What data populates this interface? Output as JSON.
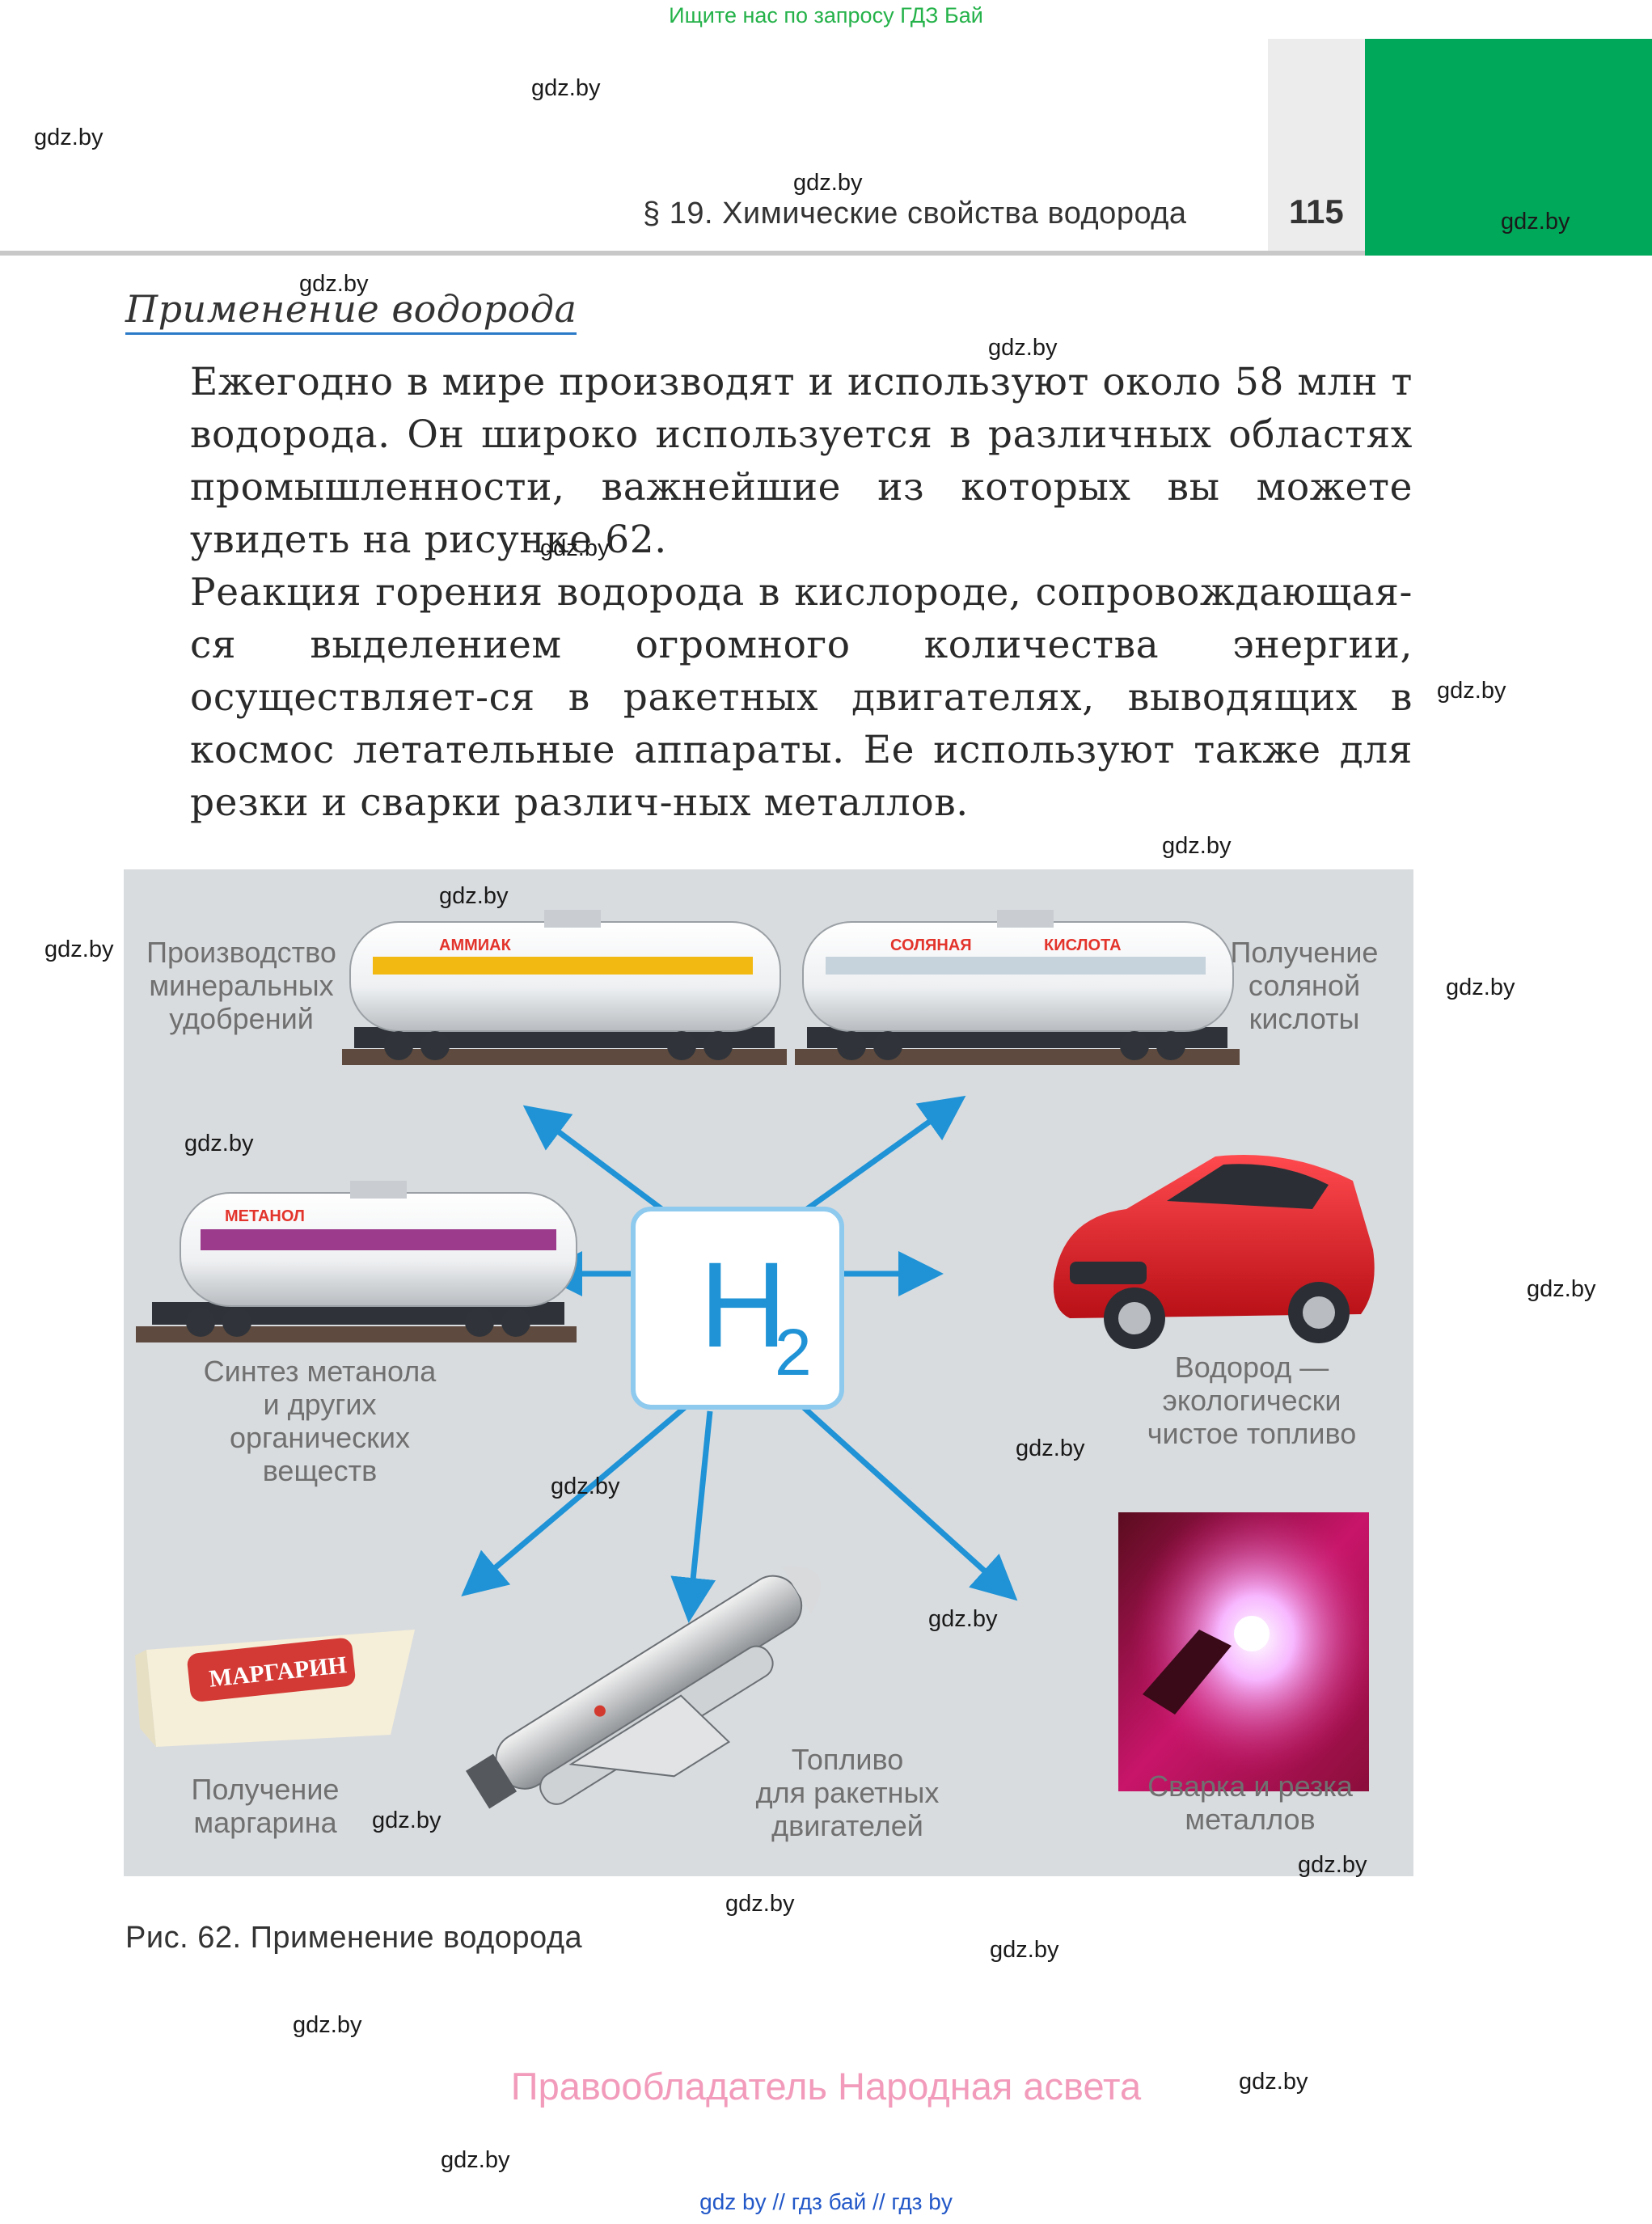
{
  "top_banner": "Ищите нас по запросу ГДЗ Бай",
  "header": {
    "title": "§ 19. Химические свойства водорода",
    "page_number": "115"
  },
  "section_heading": "Применение водорода",
  "paragraphs": [
    "Ежегодно в мире производят и используют около 58 млн т водорода. Он широко используется в различных областях промышленности, важнейшие из которых вы можете увидеть на рисунке 62.",
    "Реакция горения водорода в кислороде, сопровождающая-ся выделением огромного количества энергии, осуществляет-ся в ракетных двигателях, выводящих в космос летательные аппараты. Ее используют также для резки и сварки различ-ных металлов."
  ],
  "figure": {
    "center_formula": "H",
    "center_subscript": "2",
    "tank_labels": {
      "ammonia": "АММИАК",
      "hydrochloric_1": "СОЛЯНАЯ",
      "hydrochloric_2": "КИСЛОТА",
      "methanol": "МЕТАНОЛ",
      "margarine_box": "МАРГАРИН"
    },
    "labels": {
      "fertilizers": [
        "Производство",
        "минеральных",
        "удобрений"
      ],
      "hydrochloric_acid": [
        "Получение",
        "соляной",
        "кислоты"
      ],
      "methanol": [
        "Синтез метанола",
        "и других",
        "органических",
        "веществ"
      ],
      "fuel": [
        "Водород —",
        "экологически",
        "чистое топливо"
      ],
      "margarine": [
        "Получение",
        "маргарина"
      ],
      "rocket": [
        "Топливо",
        "для ракетных",
        "двигателей"
      ],
      "welding": [
        "Сварка и резка",
        "металлов"
      ]
    },
    "colors": {
      "arrow": "#1f93d6",
      "car": "#e41b23",
      "background": "#d9dcdf"
    }
  },
  "caption": "Рис. 62. Применение водорода",
  "rightsholder": "Правообладатель Народная асвета",
  "watermark": "gdz.by",
  "footer_links": "gdz by  //  гдз бай  //  гдз by"
}
